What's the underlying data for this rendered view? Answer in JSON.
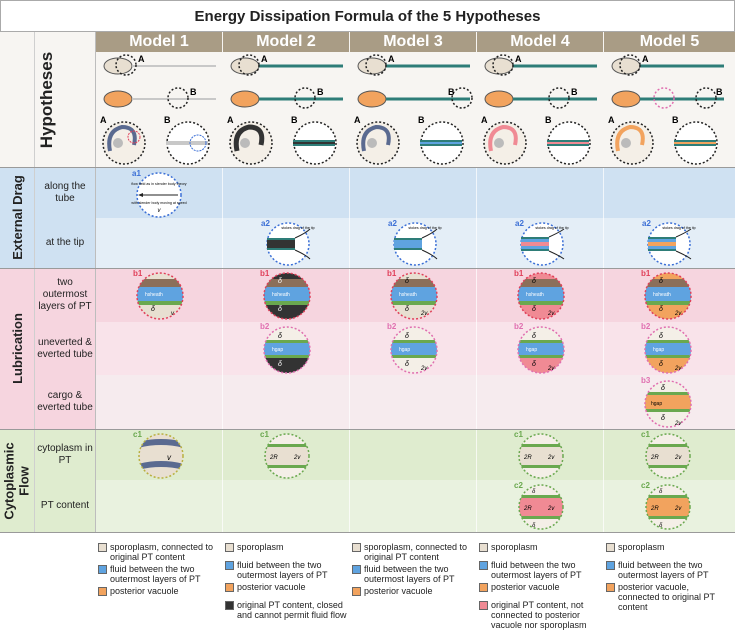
{
  "title": "Energy Dissipation Formula of the 5 Hypotheses",
  "models": [
    "Model 1",
    "Model 2",
    "Model 3",
    "Model 4",
    "Model 5"
  ],
  "sections": {
    "hypotheses": "Hypotheses",
    "external_drag": "External Drag",
    "lubrication": "Lubrication",
    "cytoplasmic_flow": "Cytoplasmic Flow"
  },
  "rows": {
    "along_tube": "along the tube",
    "at_tip": "at the tip",
    "two_layers": "two outermost layers of PT",
    "uneverted": "uneverted & everted tube",
    "cargo": "cargo & everted tube",
    "cytoplasm": "cytoplasm in PT",
    "pt_content": "PT content"
  },
  "marks": {
    "A": "A",
    "B": "B",
    "a1": "a1",
    "a2": "a2",
    "b1": "b1",
    "b2": "b2",
    "b3": "b3",
    "c1": "c1",
    "c2": "c2",
    "v": "v",
    "two_v": "2v",
    "two_r": "2R",
    "delta": "δ",
    "h_sheath": "hsheath",
    "h_gap": "hgap"
  },
  "insets": {
    "a1_text1": "flow field as in slender body theory",
    "a1_text2": "with slender body moving at speed",
    "stokes_drag": "stokes drag of the tip"
  },
  "colors": {
    "model_header": "#a99c85",
    "external_drag_band": "#cfe1f2",
    "lubrication_band": "#f6d5df",
    "cytoplasmic_band": "#dfeccf",
    "sporoplasm": "#e8dfd1",
    "fluid": "#5fa3e0",
    "vacuole": "#f2a35e",
    "pt_closed": "#333333",
    "pt_unconnected": "#f08a94",
    "green_wall": "#6aa84f",
    "red_circle": "#e0405a",
    "blue_circle": "#3b6fd6"
  },
  "legends": [
    [
      {
        "color": "#e8dfd1",
        "text": "sporoplasm, connected to original PT content"
      },
      {
        "color": "#5fa3e0",
        "text": "fluid between the two outermost layers of PT"
      },
      {
        "color": "#f2a35e",
        "text": "posterior vacuole"
      }
    ],
    [
      {
        "color": "#e8dfd1",
        "text": "sporoplasm"
      },
      {
        "color": "#5fa3e0",
        "text": "fluid between the two outermost layers of PT"
      },
      {
        "color": "#f2a35e",
        "text": "posterior vacuole"
      },
      {
        "color": "#333333",
        "text": "original PT content, closed and cannot permit fluid flow"
      }
    ],
    [
      {
        "color": "#e8dfd1",
        "text": "sporoplasm, connected to original PT content"
      },
      {
        "color": "#5fa3e0",
        "text": "fluid between the two outermost layers of PT"
      },
      {
        "color": "#f2a35e",
        "text": "posterior vacuole"
      }
    ],
    [
      {
        "color": "#e8dfd1",
        "text": "sporoplasm"
      },
      {
        "color": "#5fa3e0",
        "text": "fluid between the two outermost layers of PT"
      },
      {
        "color": "#f2a35e",
        "text": "posterior vacuole"
      },
      {
        "color": "#f08a94",
        "text": "original PT content, not connected to posterior vacuole nor sporoplasm"
      }
    ],
    [
      {
        "color": "#e8dfd1",
        "text": "sporoplasm"
      },
      {
        "color": "#5fa3e0",
        "text": "fluid between the two outermost layers of PT"
      },
      {
        "color": "#f2a35e",
        "text": "posterior vacuole, connected to original PT content"
      }
    ]
  ]
}
